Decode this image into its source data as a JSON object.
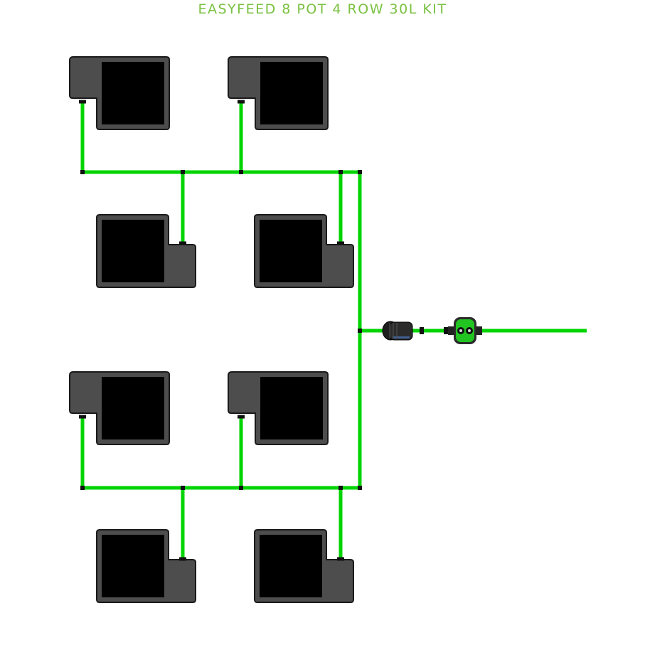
{
  "title": "EASYFEED 8 POT 4 ROW 30L KIT",
  "colors": {
    "title": "#7ac142",
    "tube": "#00d400",
    "pot_body": "#4d4d4d",
    "pot_outline": "#1a1a1a",
    "pot_fill": "#000000",
    "connector": "#111111",
    "valve_body": "#2b2b2b",
    "valve_face": "#22c422"
  },
  "diagram": {
    "pot_count": 8,
    "pot_pairs": 4,
    "components": [
      "pot",
      "supply-tube",
      "filter",
      "flow-valve"
    ]
  }
}
